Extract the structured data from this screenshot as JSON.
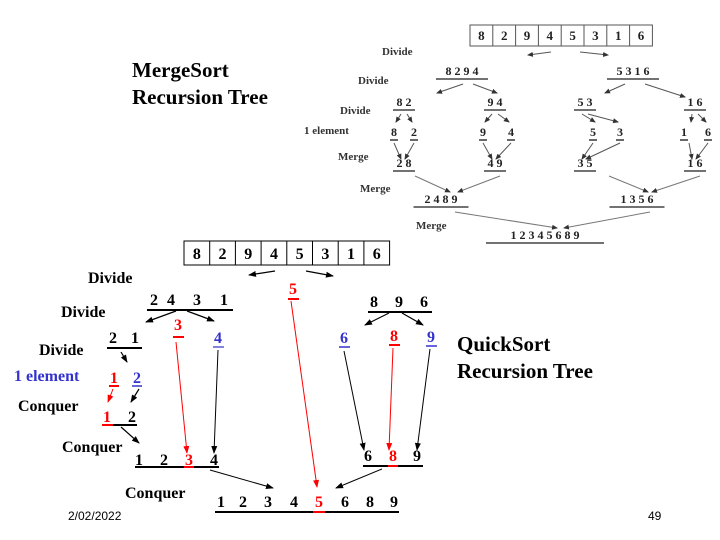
{
  "mergesort": {
    "title_line1": "MergeSort",
    "title_line2": "Recursion Tree",
    "input_array": [
      "8",
      "2",
      "9",
      "4",
      "5",
      "3",
      "1",
      "6"
    ],
    "labels": {
      "divide1": "Divide",
      "divide2": "Divide",
      "divide3": "Divide",
      "one_element": "1 element",
      "merge1": "Merge",
      "merge2": "Merge",
      "merge3": "Merge"
    },
    "level1": [
      "8 2 9 4",
      "5 3 1 6"
    ],
    "level2": [
      "8 2",
      "9 4",
      "5 3",
      "1 6"
    ],
    "level3": [
      "8",
      "2",
      "9",
      "4",
      "5",
      "3",
      "1",
      "6"
    ],
    "merge_level1": [
      "2 8",
      "4 9",
      "3 5",
      "1 6"
    ],
    "merge_level2": [
      "2 4 8 9",
      "1 3 5 6"
    ],
    "result": "1 2 3 4 5 6 8 9"
  },
  "quicksort": {
    "title_line1": "QuickSort",
    "title_line2": "Recursion Tree",
    "input_array": [
      "8",
      "2",
      "9",
      "4",
      "5",
      "3",
      "1",
      "6"
    ],
    "labels": {
      "divide1": "Divide",
      "divide2": "Divide",
      "divide3": "Divide",
      "one_element": "1 element",
      "conquer1": "Conquer",
      "conquer2": "Conquer",
      "conquer3": "Conquer"
    },
    "pivot_top": "5",
    "left_partition": [
      "2",
      "4",
      "3",
      "1"
    ],
    "right_partition": [
      "8",
      "9",
      "6"
    ],
    "left_pivot": "3",
    "left_right": "4",
    "left_left": [
      "2",
      "1"
    ],
    "ll_pivot": "1",
    "ll_right": "2",
    "ll_conquer": [
      "1",
      "2"
    ],
    "left_conquer": [
      "1",
      "2",
      "3",
      "4"
    ],
    "right_left": "6",
    "right_pivot": "8",
    "right_right": "9",
    "right_conquer": [
      "6",
      "8",
      "9"
    ],
    "result": [
      "1",
      "2",
      "3",
      "4",
      "5",
      "6",
      "8",
      "9"
    ]
  },
  "colors": {
    "pivot": "#ff0000",
    "leaf": "#3333cc",
    "text": "#000000",
    "merge_line": "#888888"
  },
  "footer": {
    "date": "2/02/2022",
    "page": "49"
  }
}
